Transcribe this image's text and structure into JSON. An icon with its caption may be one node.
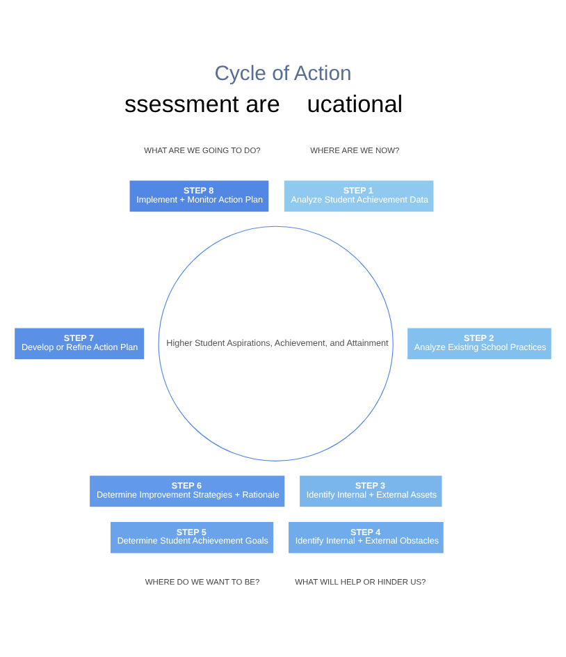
{
  "diagram": {
    "title": "Cycle of Action",
    "nodes": [
      {
        "text": [
          "STEP 1",
          "Analyze Student Achievement Data"
        ]
      },
      {
        "text": [
          "STEP 2",
          "Analyze Existing School Practices"
        ]
      },
      {
        "text": [
          "STEP 3",
          "Identify Internal + External Assets"
        ]
      },
      {
        "text": [
          "STEP 4",
          "Identify Internal + External Obstacles"
        ]
      },
      {
        "text": [
          "STEP 5",
          "Determine Student Achievement Goals"
        ]
      },
      {
        "text": [
          "STEP 6",
          "Determine Improvement Strategies + Rationale"
        ]
      },
      {
        "text": [
          "STEP 7",
          "Develop or Refine Action Plan"
        ]
      },
      {
        "text": [
          "STEP 8",
          "Implement + Monitor Action Plan"
        ]
      },
      {
        "text": [
          "Higher Student Aspirations, Achievement, and Attainment"
        ]
      }
    ],
    "edges": [],
    "labels": [
      "WHAT ARE WE GOING TO DO?",
      "WHERE ARE WE NOW?",
      "WHAT WILL HELP OR HINDER US?",
      "WHERE DO WE WANT TO BE?",
      "ssessment are",
      "ucational"
    ]
  }
}
